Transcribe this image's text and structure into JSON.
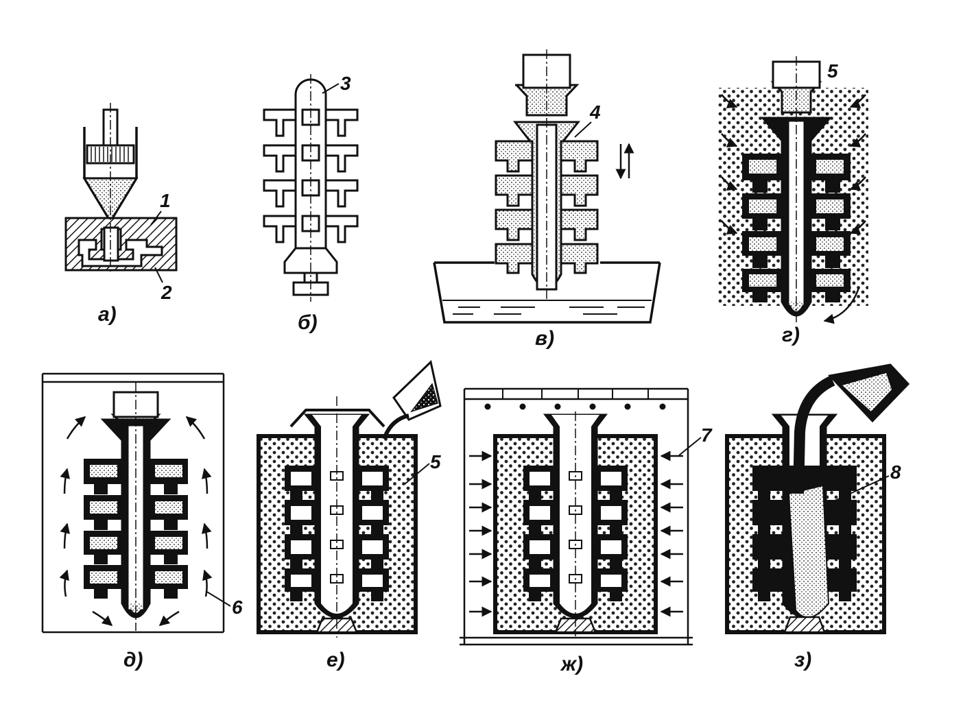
{
  "panels": [
    {
      "id": "a",
      "label": "а)"
    },
    {
      "id": "b",
      "label": "б)"
    },
    {
      "id": "v",
      "label": "в)"
    },
    {
      "id": "g",
      "label": "г)"
    },
    {
      "id": "d",
      "label": "д)"
    },
    {
      "id": "e",
      "label": "е)"
    },
    {
      "id": "zh",
      "label": "ж)"
    },
    {
      "id": "z",
      "label": "з)"
    }
  ],
  "callouts": {
    "n1": "1",
    "n2": "2",
    "n3": "3",
    "n4": "4",
    "n5_top": "5",
    "n5_bottom": "5",
    "n6": "6",
    "n7": "7",
    "n8": "8"
  },
  "colors": {
    "ink": "#111111",
    "paper": "#ffffff"
  }
}
